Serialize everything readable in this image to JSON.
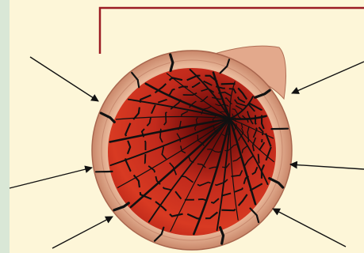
{
  "figure": {
    "subject": "blood-vessel-cross-section",
    "colors": {
      "background": "#FDF6D8",
      "left_panel": "#D9E7D6",
      "bracket": "#9B1B23",
      "vessel_outer": "#E7B294",
      "vessel_wall": "#C98A6F",
      "lumen": "#CC2A1C",
      "lumen_dark": "#6D0C0A",
      "cracks": "#111111",
      "arrows": "#111111"
    }
  },
  "arrows": [
    {
      "id": "upper-left"
    },
    {
      "id": "left"
    },
    {
      "id": "lower-left"
    },
    {
      "id": "upper-right"
    },
    {
      "id": "right"
    },
    {
      "id": "lower-right"
    }
  ]
}
